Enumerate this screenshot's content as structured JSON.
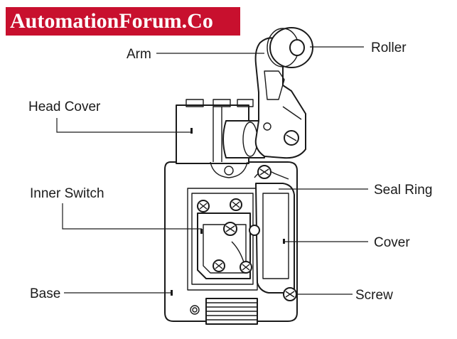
{
  "watermark": "AutomationForum.Co",
  "labels": {
    "arm": "Arm",
    "roller": "Roller",
    "head_cover": "Head Cover",
    "inner_switch": "Inner Switch",
    "seal_ring": "Seal Ring",
    "cover": "Cover",
    "base": "Base",
    "screw": "Screw"
  },
  "colors": {
    "brand": "#c8102e",
    "ink": "#1a1a1a"
  }
}
